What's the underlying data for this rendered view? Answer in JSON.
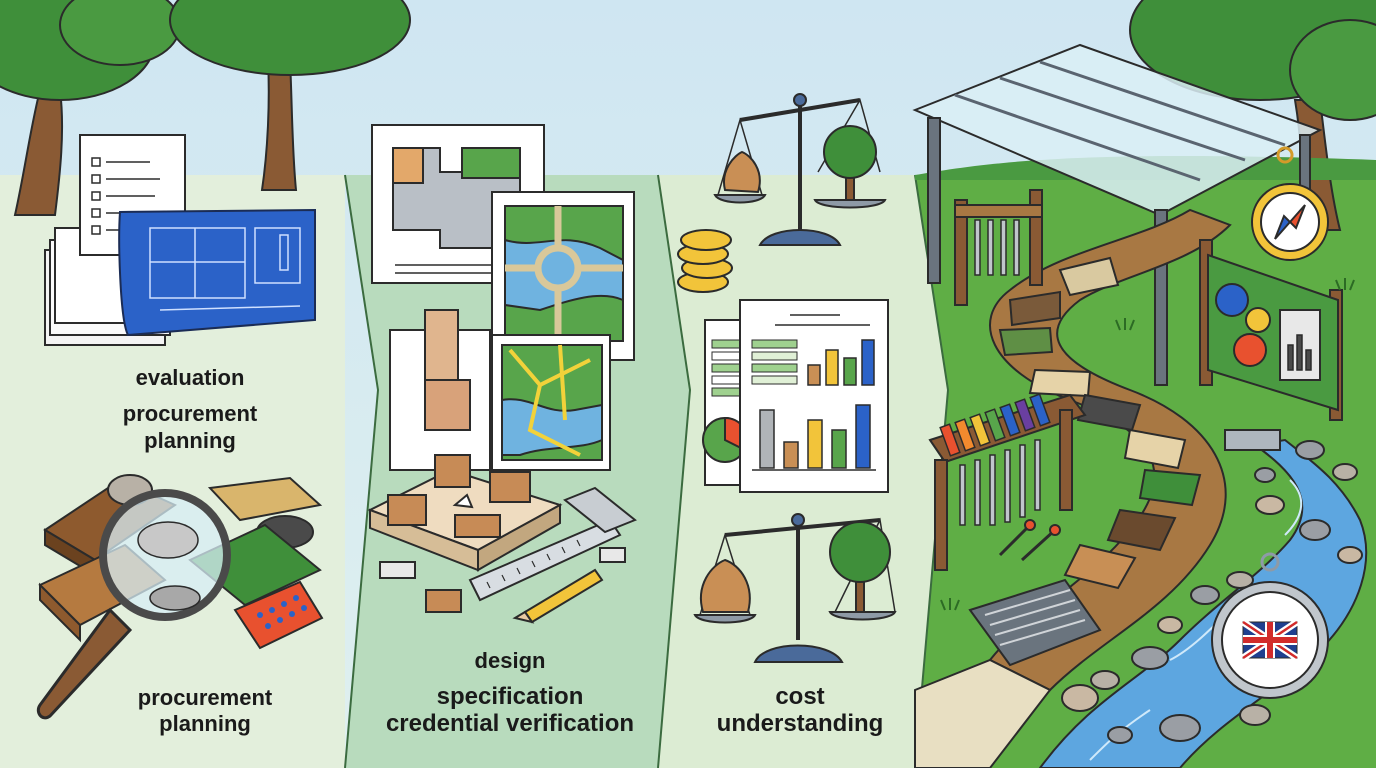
{
  "panels": [
    {
      "id": "planning",
      "top_labels": [
        "evaluation",
        "procurement",
        "planning"
      ],
      "bottom_labels": [
        "procurement",
        "planning"
      ]
    },
    {
      "id": "design",
      "labels": [
        "design",
        "specification",
        "credential verification"
      ]
    },
    {
      "id": "cost",
      "labels": [
        "cost",
        "understanding"
      ]
    },
    {
      "id": "garden",
      "labels": []
    }
  ],
  "colors": {
    "sky": "#c6e2ef",
    "panel_light": "#dfeede",
    "panel_mid": "#b9dcbc",
    "grass": "#5fae45",
    "tree_foliage": "#3f8f3a",
    "trunk": "#8a5a34",
    "blueprint": "#2b62c8",
    "water": "#5da6e0",
    "wood": "#9a6533"
  },
  "compass_flag": "union-jack"
}
